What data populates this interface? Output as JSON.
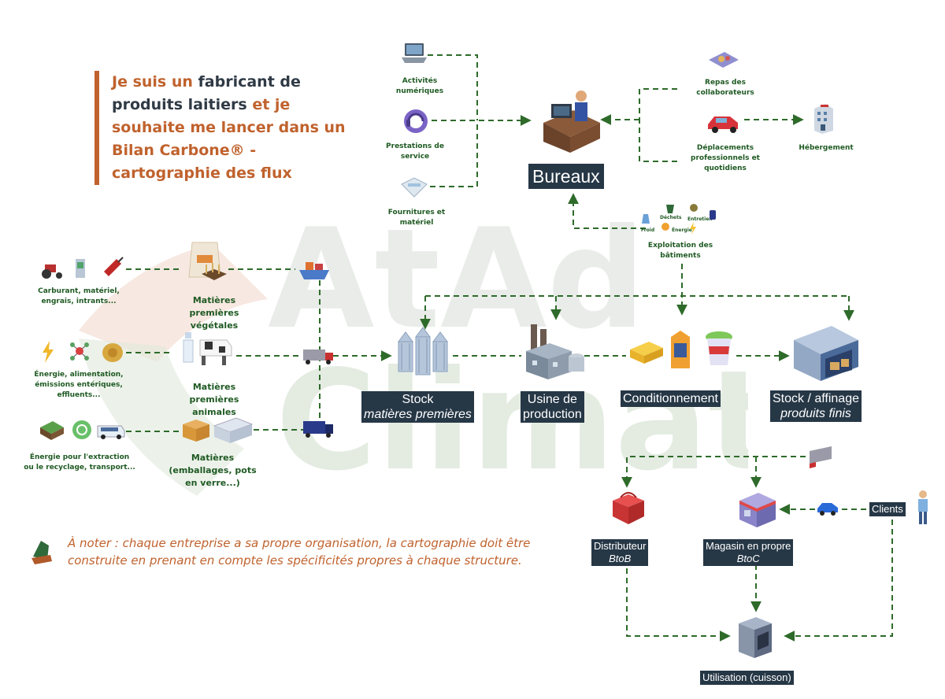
{
  "title": {
    "part1": "Je suis un",
    "part2": "fabricant de produits laitiers",
    "part3": "et je souhaite me lancer dans un Bilan Carbone® - cartographie des flux"
  },
  "watermark": {
    "line1": "AtAd",
    "line2": "Climat"
  },
  "office": {
    "title": "Bureaux",
    "inputs": [
      {
        "label": "Activités numériques"
      },
      {
        "label": "Prestations de service"
      },
      {
        "label": "Fournitures et matériel"
      },
      {
        "label": "Repas des collaborateurs"
      },
      {
        "label": "Déplacements professionnels et quotidiens"
      },
      {
        "label": "Hébergement"
      }
    ],
    "building": {
      "label": "Exploitation des bâtiments",
      "sub_labels": [
        "Déchets",
        "Entretien",
        "Froid",
        "Énergie"
      ]
    }
  },
  "upstream": {
    "sources": [
      {
        "label": "Carburant, matériel, engrais, intrants..."
      },
      {
        "label": "Énergie, alimentation, émissions entériques, effluents..."
      },
      {
        "label": "Énergie pour l'extraction ou le recyclage, transport..."
      }
    ],
    "materials": [
      {
        "label": "Matières premières végétales"
      },
      {
        "label": "Matières premières animales"
      },
      {
        "label": "Matières (emballages, pots en verre...)"
      }
    ]
  },
  "chain": {
    "stock": {
      "line1": "Stock",
      "line2": "matières premières"
    },
    "usine": {
      "line1": "Usine de",
      "line2": "production"
    },
    "conditionnement": {
      "line1": "Conditionnement"
    },
    "stock_affinage": {
      "line1": "Stock / affinage",
      "line2": "produits finis"
    }
  },
  "downstream": {
    "distributeur": {
      "line1": "Distributeur",
      "line2": "BtoB"
    },
    "magasin": {
      "line1": "Magasin en propre",
      "line2": "BtoC"
    },
    "clients": {
      "label": "Clients"
    },
    "utilisation": {
      "label": "Utilisation (cuisson)"
    }
  },
  "note": "À noter : chaque entreprise a sa propre organisation, la cartographie doit être construite en prenant en compte les spécificités propres à chaque structure.",
  "colors": {
    "arrow": "#2e6b2a",
    "accent": "#c0622d",
    "label_dark": "#1f5a23",
    "box_bg": "#263746"
  },
  "icons": [
    "laptop-icon",
    "headset-icon",
    "office-supplies-icon",
    "office-worker-icon",
    "meal-tray-icon",
    "car-icon",
    "hotel-icon",
    "waste-icon",
    "cleaning-icon",
    "fridge-icon",
    "energy-bulb-icon",
    "tractor-icon",
    "fuel-pump-icon",
    "grain-sack-icon",
    "cargo-ship-icon",
    "lightning-icon",
    "molecule-icon",
    "hay-bale-icon",
    "milk-bottle-icon",
    "cow-icon",
    "truck-icon",
    "mine-icon",
    "recycle-icon",
    "bus-icon",
    "carton-box-icon",
    "glass-jars-icon",
    "silo-icon",
    "factory-icon",
    "cheese-icon",
    "milk-carton-icon",
    "yogurt-icon",
    "warehouse-icon",
    "basket-icon",
    "shop-icon",
    "person-icon",
    "oven-icon",
    "note-hat-icon"
  ]
}
